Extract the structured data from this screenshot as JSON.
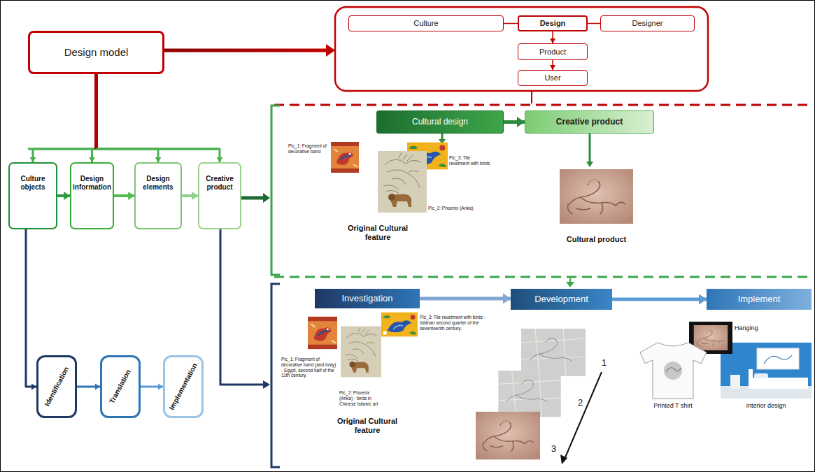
{
  "diagram": {
    "nodes": [
      {
        "text": [
          "Design model"
        ]
      },
      {
        "text": [
          "Culture"
        ]
      },
      {
        "text": [
          "Design"
        ]
      },
      {
        "text": [
          "Designer"
        ]
      },
      {
        "text": [
          "Product"
        ]
      },
      {
        "text": [
          "User"
        ]
      },
      {
        "text": [
          "Culture objects"
        ]
      },
      {
        "text": [
          "Design information"
        ]
      },
      {
        "text": [
          "Design elements"
        ]
      },
      {
        "text": [
          "Creative product"
        ]
      },
      {
        "text": [
          "Cultural design"
        ]
      },
      {
        "text": [
          "Creative product"
        ]
      },
      {
        "text": [
          "Identification"
        ]
      },
      {
        "text": [
          "Translation"
        ]
      },
      {
        "text": [
          "Implementation"
        ]
      },
      {
        "text": [
          "Investigation"
        ]
      },
      {
        "text": [
          "Development"
        ]
      },
      {
        "text": [
          "Implement"
        ]
      }
    ],
    "edges": [
      {
        "from": 1,
        "to": 2,
        "arrow": "none"
      },
      {
        "from": 2,
        "to": 3,
        "arrow": "none"
      },
      {
        "from": 2,
        "to": 4,
        "arrow": "to"
      },
      {
        "from": 4,
        "to": 5,
        "arrow": "to"
      },
      {
        "from": 0,
        "to": 6,
        "arrow": "to"
      },
      {
        "from": 0,
        "to": 7,
        "arrow": "to"
      },
      {
        "from": 0,
        "to": 8,
        "arrow": "to"
      },
      {
        "from": 0,
        "to": 9,
        "arrow": "to"
      },
      {
        "from": 6,
        "to": 7,
        "arrow": "to"
      },
      {
        "from": 7,
        "to": 8,
        "arrow": "to"
      },
      {
        "from": 8,
        "to": 9,
        "arrow": "to"
      },
      {
        "from": 10,
        "to": 11,
        "arrow": "to"
      },
      {
        "from": 6,
        "to": 12,
        "arrow": "to"
      },
      {
        "from": 12,
        "to": 13,
        "arrow": "to"
      },
      {
        "from": 13,
        "to": 14,
        "arrow": "to"
      },
      {
        "from": 15,
        "to": 16,
        "arrow": "to"
      },
      {
        "from": 16,
        "to": 17,
        "arrow": "to"
      }
    ],
    "labels": [
      "Pic_1: Fragment of decorative band",
      "Pic_3: Tile revetment with birds",
      "Pic_2: Phoenix (Anka)",
      "Original Cultural feature",
      "Cultural product",
      "Pic_3: Tile revetment with birds - Isfahan second quarter of the seventeenth century.",
      "Pic_1: Fragment of decorative band (and inlay) - Egypt, second half of the 11th century.",
      "Pic_2: Phoenix (Anka) - birds in Chinese Islamic art",
      "Original Cultural feature",
      "1",
      "2",
      "3",
      "Hanging",
      "Printed T shirt",
      "Interior design"
    ]
  }
}
